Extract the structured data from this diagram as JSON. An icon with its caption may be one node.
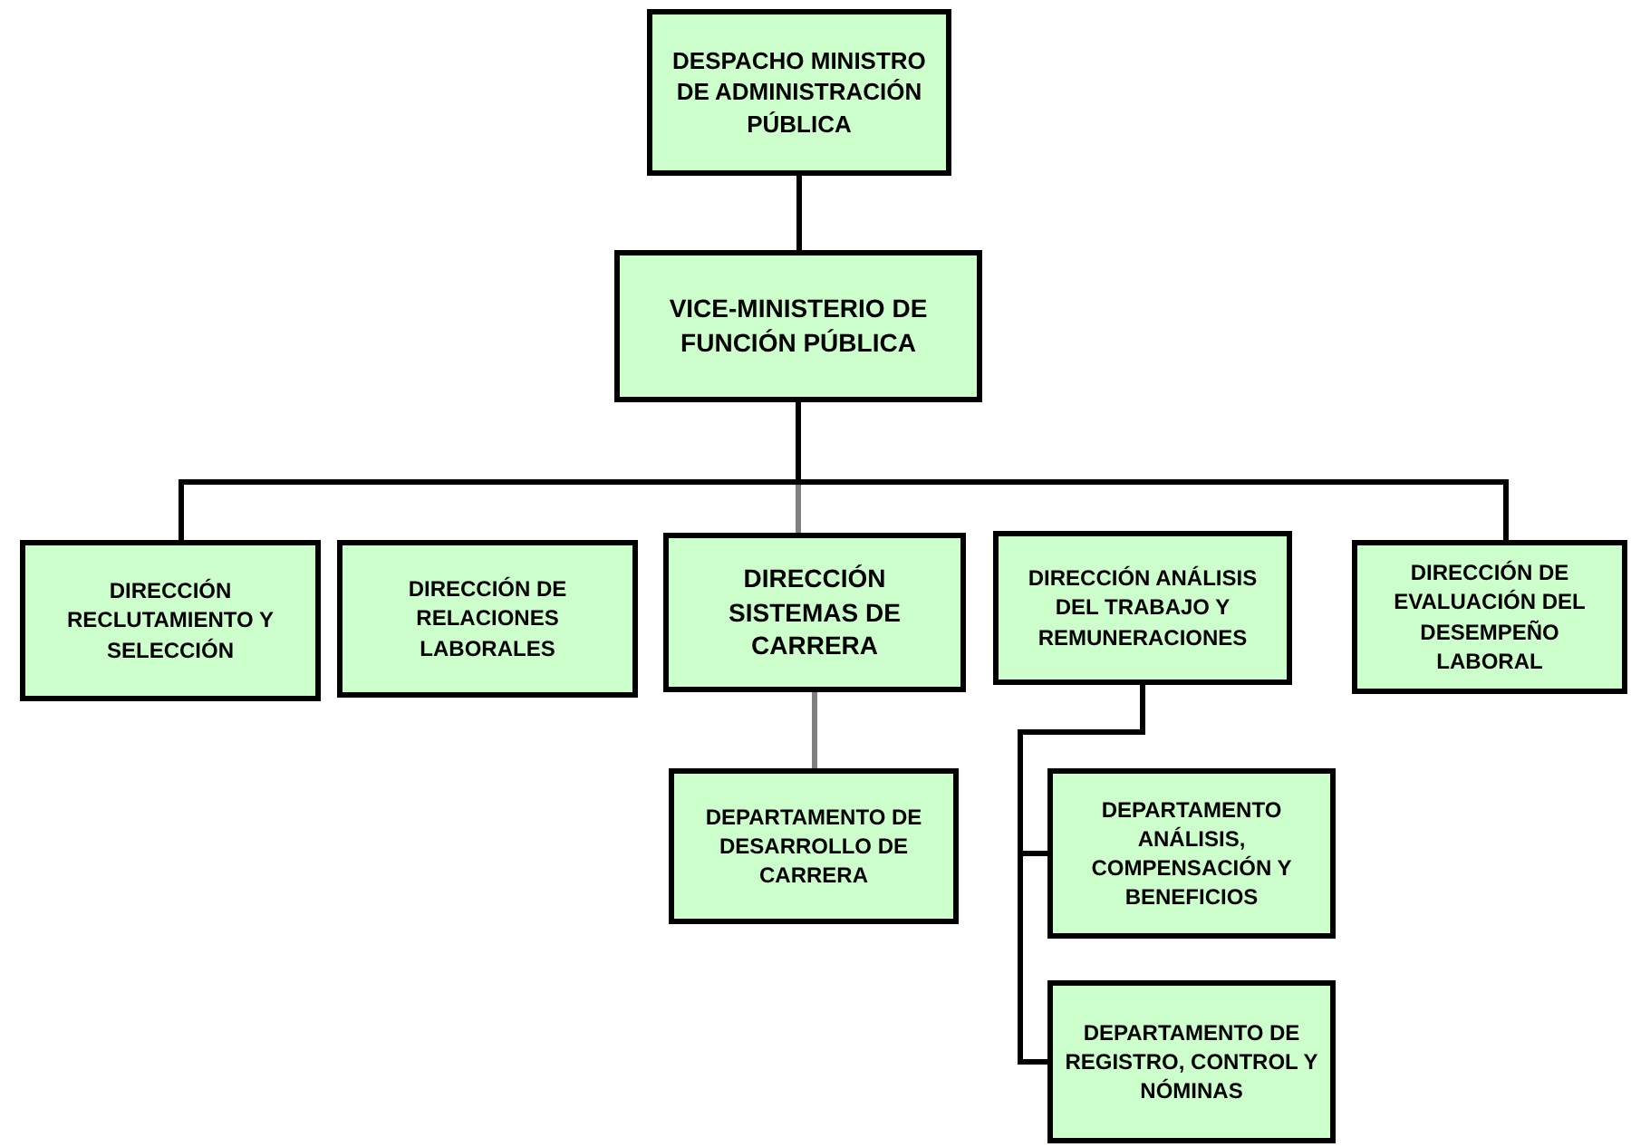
{
  "diagram": {
    "nodes": [
      {
        "text": [
          "DESPACHO MINISTRO DE ADMINISTRACIÓN PÚBLICA"
        ]
      },
      {
        "text": [
          "VICE-MINISTERIO DE FUNCIÓN PÚBLICA"
        ]
      },
      {
        "text": [
          "DIRECCIÓN RECLUTAMIENTO Y SELECCIÓN"
        ]
      },
      {
        "text": [
          "DIRECCIÓN DE RELACIONES LABORALES"
        ]
      },
      {
        "text": [
          "DIRECCIÓN SISTEMAS DE CARRERA"
        ]
      },
      {
        "text": [
          "DIRECCIÓN ANÁLISIS DEL TRABAJO Y REMUNERACIONES"
        ]
      },
      {
        "text": [
          "DIRECCIÓN DE EVALUACIÓN DEL DESEMPEÑO LABORAL"
        ]
      },
      {
        "text": [
          "DEPARTAMENTO DE DESARROLLO DE CARRERA"
        ]
      },
      {
        "text": [
          "DEPARTAMENTO ANÁLISIS, COMPENSACIÓN Y BENEFICIOS"
        ]
      },
      {
        "text": [
          "DEPARTAMENTO DE REGISTRO, CONTROL Y NÓMINAS"
        ]
      }
    ],
    "edges": [
      {
        "from": 0,
        "to": 1,
        "arrow": "none"
      },
      {
        "from": 1,
        "to": 2,
        "arrow": "none"
      },
      {
        "from": 1,
        "to": 4,
        "arrow": "none",
        "color": "#808080"
      },
      {
        "from": 1,
        "to": 6,
        "arrow": "none"
      },
      {
        "from": 4,
        "to": 7,
        "arrow": "none",
        "color": "#808080"
      },
      {
        "from": 5,
        "to": 8,
        "arrow": "none"
      },
      {
        "from": 5,
        "to": 9,
        "arrow": "none"
      }
    ]
  }
}
